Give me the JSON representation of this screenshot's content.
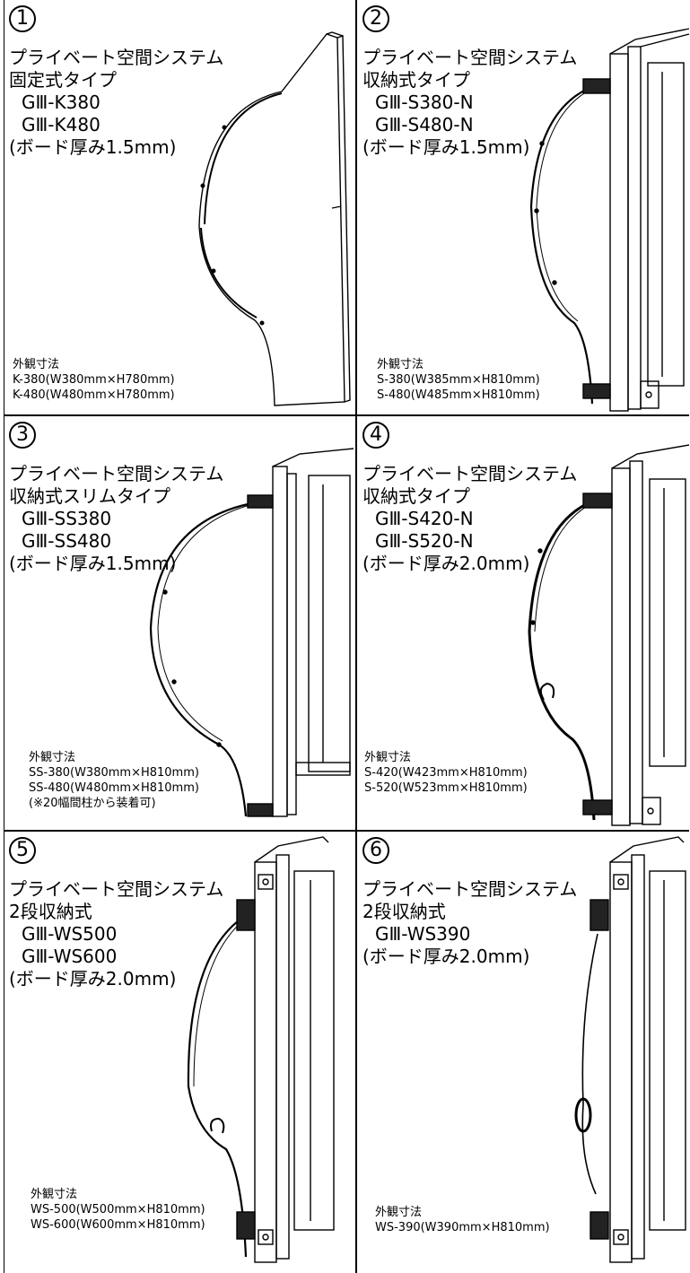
{
  "panels": [
    {
      "number": "1",
      "series": "プライベート空間システム",
      "type": "固定式タイプ",
      "models": [
        "GⅢ-K380",
        "GⅢ-K480"
      ],
      "board": "(ボード厚み1.5mm)",
      "dims_label": "外観寸法",
      "dims": [
        "K-380(W380mm×H780mm)",
        "K-480(W480mm×H780mm)"
      ]
    },
    {
      "number": "2",
      "series": "プライベート空間システム",
      "type": "収納式タイプ",
      "models": [
        "GⅢ-S380-N",
        "GⅢ-S480-N"
      ],
      "board": "(ボード厚み1.5mm)",
      "dims_label": "外観寸法",
      "dims": [
        "S-380(W385mm×H810mm)",
        "S-480(W485mm×H810mm)"
      ]
    },
    {
      "number": "3",
      "series": "プライベート空間システム",
      "type": "収納式スリムタイプ",
      "models": [
        "GⅢ-SS380",
        "GⅢ-SS480"
      ],
      "board": "(ボード厚み1.5mm)",
      "dims_label": "外観寸法",
      "dims": [
        "SS-380(W380mm×H810mm)",
        "SS-480(W480mm×H810mm)",
        "(※20幅間柱から装着可)"
      ]
    },
    {
      "number": "4",
      "series": "プライベート空間システム",
      "type": "収納式タイプ",
      "models": [
        "GⅢ-S420-N",
        "GⅢ-S520-N"
      ],
      "board": "(ボード厚み2.0mm)",
      "dims_label": "外観寸法",
      "dims": [
        "S-420(W423mm×H810mm)",
        "S-520(W523mm×H810mm)"
      ]
    },
    {
      "number": "5",
      "series": "プライベート空間システム",
      "type": "2段収納式",
      "models": [
        "GⅢ-WS500",
        "GⅢ-WS600"
      ],
      "board": "(ボード厚み2.0mm)",
      "dims_label": "外観寸法",
      "dims": [
        "WS-500(W500mm×H810mm)",
        "WS-600(W600mm×H810mm)"
      ]
    },
    {
      "number": "6",
      "series": "プライベート空間システム",
      "type": "2段収納式",
      "models": [
        "GⅢ-WS390"
      ],
      "board": "(ボード厚み2.0mm)",
      "dims_label": "外観寸法",
      "dims": [
        "WS-390(W390mm×H810mm)"
      ]
    }
  ]
}
